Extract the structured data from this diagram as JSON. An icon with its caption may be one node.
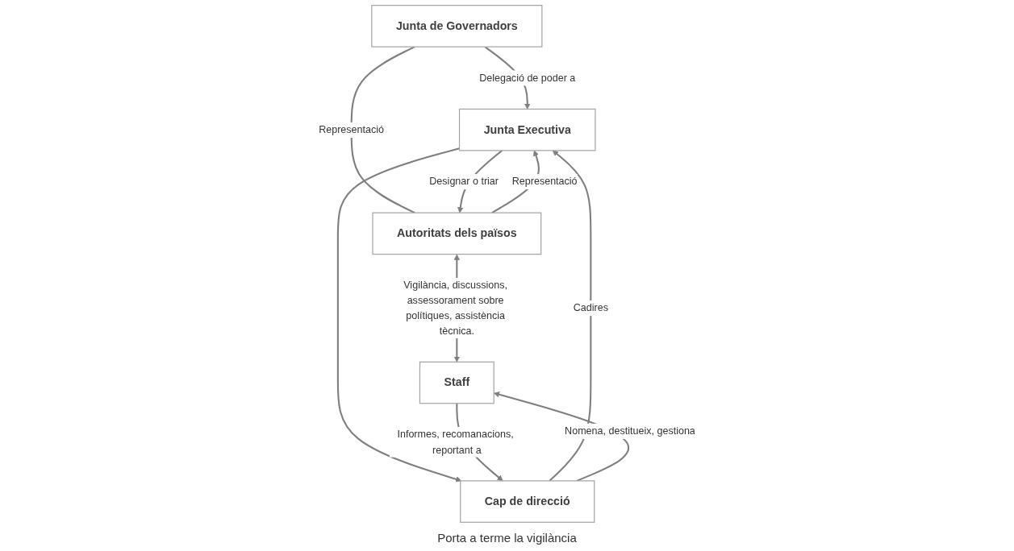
{
  "diagram": {
    "nodes": [
      {
        "text": [
          "Junta de Governadors"
        ]
      },
      {
        "text": [
          "Junta Executiva"
        ]
      },
      {
        "text": [
          "Autoritats dels països"
        ]
      },
      {
        "text": [
          "Cap de direcció"
        ]
      },
      {
        "text": [
          "Staff"
        ]
      }
    ],
    "edges": [
      {
        "from": 0,
        "to": 1,
        "arrow": "to",
        "label": "Delegació de poder a"
      },
      {
        "from": 0,
        "to": 2,
        "arrow": "none",
        "label": "Representació"
      },
      {
        "from": 2,
        "to": 1,
        "arrow": "to",
        "label": "Representació"
      },
      {
        "from": 1,
        "to": 2,
        "arrow": "to",
        "label": "Designar o triar"
      },
      {
        "from": 1,
        "to": 3,
        "arrow": "to"
      },
      {
        "from": 3,
        "to": 1,
        "arrow": "to",
        "label": "Cadires"
      },
      {
        "from": 4,
        "to": 3,
        "arrow": "to",
        "label": "Informes, recomanacions, reportant a"
      },
      {
        "from": 3,
        "to": 4,
        "arrow": "to",
        "label": "Nomena, destitueix, gestiona"
      },
      {
        "from": 2,
        "to": 4,
        "arrow": "both",
        "label": "Vigilància, discussions, assessorament sobre polítiques, assistència tècnica."
      }
    ],
    "labels": [
      "Porta a terme la vigilància"
    ]
  }
}
